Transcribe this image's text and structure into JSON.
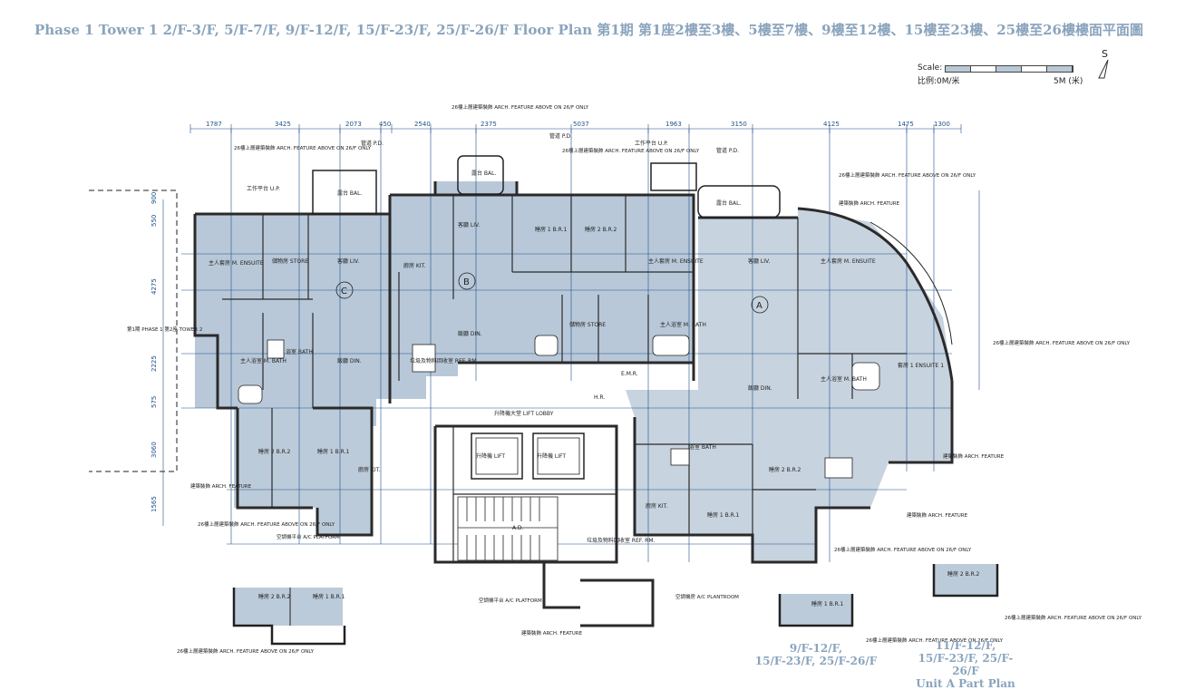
{
  "title": "Phase 1 Tower 1 2/F-3/F, 5/F-7/F, 9/F-12/F, 15/F-23/F, 25/F-26/F Floor Plan 第1期 第1座2樓至3樓、5樓至7樓、9樓至12樓、15樓至23樓、25樓至26樓樓面平面圖",
  "scale": {
    "label": "Scale:",
    "ratio": "比例:0M/米",
    "max": "5M (米)"
  },
  "compass": {
    "letter": "S"
  },
  "top_dimensions": [
    "1787",
    "3425",
    "2073",
    "450",
    "2540",
    "2375",
    "5037",
    "1963",
    "3150",
    "4125",
    "1475",
    "1300"
  ],
  "left_dimensions": [
    "900",
    "550",
    "4275",
    "2225",
    "575",
    "3060",
    "1565"
  ],
  "units": {
    "a": "A",
    "b": "B",
    "c": "C"
  },
  "rooms": {
    "liv": "客廳 LIV.",
    "din": "飯廳 DIN.",
    "m_ensuite": "主人套房 M. ENSUITE",
    "ensuite1": "套房 1 ENSUITE 1",
    "store": "儲物房 STORE",
    "bath": "浴室 BATH",
    "m_bath": "主人浴室 M. BATH",
    "kit": "廚房 KIT.",
    "br1": "睡房 1 B.R.1",
    "br2": "睡房 2 B.R.2",
    "bal": "露台 BAL.",
    "util": "工作平台 U.P.",
    "lift": "升降機 LIFT",
    "lift_lobby": "升降機大堂 LIFT LOBBY",
    "pd": "管道 P.D.",
    "ref_rm": "垃圾及物料回收室 REF. RM.",
    "emr": "E.M.R.",
    "hr": "H.R.",
    "ad": "A.D."
  },
  "notes": {
    "arch_feature_26": "26樓上層建築裝飾 ARCH. FEATURE ABOVE ON 26/F ONLY",
    "arch_feature": "建築裝飾 ARCH. FEATURE",
    "ac_platform": "空調機平台 A/C PLATFORM",
    "ac_plantroom": "空調機房 A/C PLANTROOM",
    "phase_tower2": "第1期 PHASE 1 第2座 TOWER 2"
  },
  "part_plans": {
    "left_label": "9/F-12/F, 15/F-23/F, 25/F-26/F",
    "right_label_1": "11/F-12/F,",
    "right_label_2": "15/F-23/F, 25/F-26/F",
    "right_label_3": "Unit A Part Plan",
    "bottom_label_1": "9/F-12/F,",
    "bottom_label_2": "15/F-23/F, 25/F-26/F"
  },
  "colors": {
    "unit_fill": "#b8c8d8",
    "common_fill": "#ffffff",
    "wall": "#2a2a2a",
    "dim": "#1e4f8a",
    "title": "#8aa4bd"
  }
}
